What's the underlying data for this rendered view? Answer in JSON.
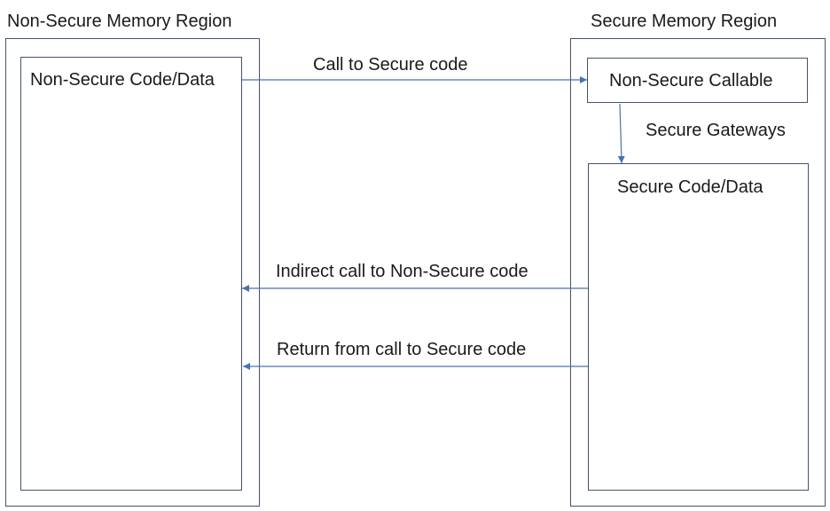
{
  "regions": {
    "non_secure_title": "Non-Secure Memory Region",
    "secure_title": "Secure Memory Region"
  },
  "blocks": {
    "non_secure_code": "Non-Secure Code/Data",
    "nsc": "Non-Secure Callable",
    "secure_code": "Secure Code/Data"
  },
  "arrows": {
    "call_to_secure": "Call to Secure code",
    "secure_gateways": "Secure Gateways",
    "indirect_call": "Indirect call to Non-Secure code",
    "return_from_call": "Return from call to Secure code"
  },
  "colors": {
    "line": "#4a72b0",
    "border": "#44546a"
  }
}
